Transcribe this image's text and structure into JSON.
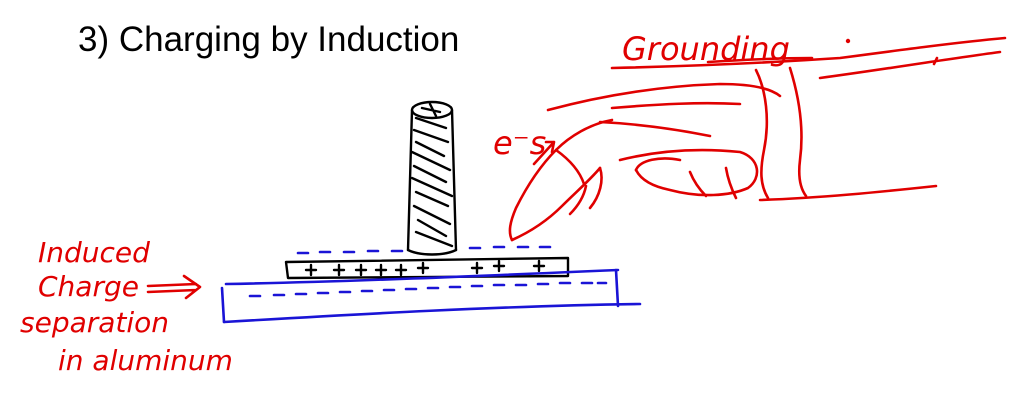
{
  "slide": {
    "title": "3) Charging by Induction"
  },
  "annotations": {
    "grounding": "Grounding",
    "electrons": "e⁻s",
    "induced_label_lines": [
      "Induced",
      "Charge",
      "separation",
      "in aluminum"
    ]
  },
  "colors": {
    "red_ink": "#e00000",
    "blue_ink": "#1a14d6",
    "black_ink": "#000000"
  }
}
